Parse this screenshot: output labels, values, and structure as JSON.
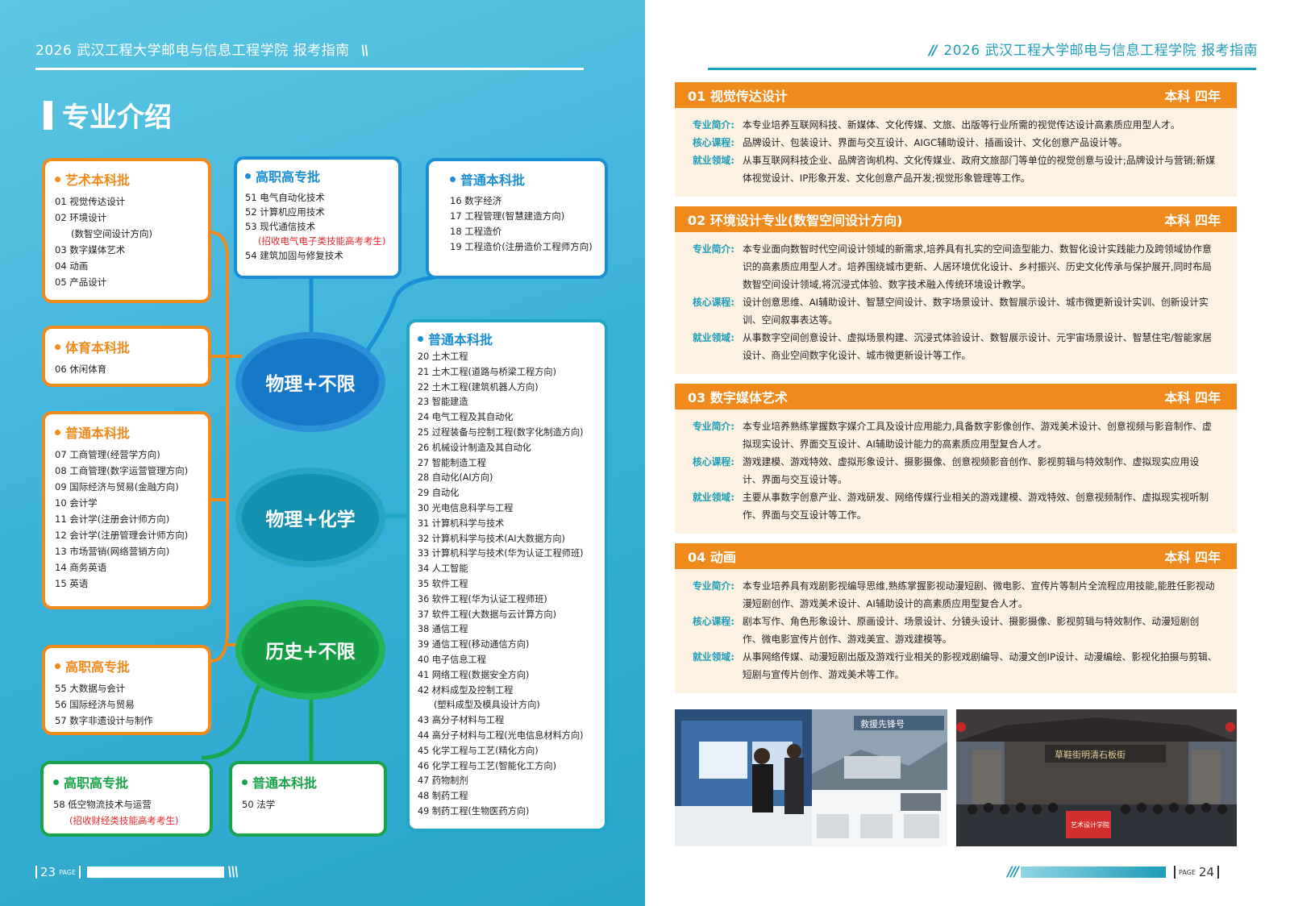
{
  "header": {
    "left_title": "2026 武汉工程大学邮电与信息工程学院  报考指南",
    "right_title": "2026 武汉工程大学邮电与信息工程学院  报考指南"
  },
  "section_title": "专业介绍",
  "hubs": {
    "physics_any": "物理+不限",
    "physics_chem": "物理+化学",
    "history_any": "历史+不限"
  },
  "boxes": {
    "art": {
      "title": "艺术本科批",
      "items": [
        "01 视觉传达设计",
        "02 环境设计",
        "(数智空间设计方向)",
        "03 数字媒体艺术",
        "04 动画",
        "05 产品设计"
      ]
    },
    "sports": {
      "title": "体育本科批",
      "items": [
        "06 休闲体育"
      ]
    },
    "normal_hist": {
      "title": "普通本科批",
      "items": [
        "07 工商管理(经营学方向)",
        "08 工商管理(数字运营管理方向)",
        "09 国际经济与贸易(金融方向)",
        "10 会计学",
        "11 会计学(注册会计师方向)",
        "12 会计学(注册管理会计师方向)",
        "13 市场营销(网络营销方向)",
        "14 商务英语",
        "15 英语"
      ]
    },
    "voc_hist": {
      "title": "高职高专批",
      "items": [
        "55 大数据与会计",
        "56 国际经济与贸易",
        "57 数字非遗设计与制作"
      ]
    },
    "voc_green": {
      "title": "高职高专批",
      "items": [
        "58 低空物流技术与运营",
        "(招收财经类技能高考考生)"
      ]
    },
    "normal_law": {
      "title": "普通本科批",
      "items": [
        "50 法学"
      ]
    },
    "voc_phys": {
      "title": "高职高专批",
      "items": [
        "51 电气自动化技术",
        "52 计算机应用技术",
        "53 现代通信技术",
        "(招收电气电子类技能高考考生)",
        "54 建筑加固与修复技术"
      ]
    },
    "normal_phys": {
      "title": "普通本科批",
      "items": [
        "16 数字经济",
        "17 工程管理(智慧建造方向)",
        "18 工程造价",
        "19 工程造价(注册造价工程师方向)"
      ]
    },
    "normal_chem": {
      "title": "普通本科批",
      "items": [
        "20 土木工程",
        "21 土木工程(道路与桥梁工程方向)",
        "22 土木工程(建筑机器人方向)",
        "23 智能建造",
        "24 电气工程及其自动化",
        "25 过程装备与控制工程(数字化制造方向)",
        "26 机械设计制造及其自动化",
        "27 智能制造工程",
        "28 自动化(AI方向)",
        "29 自动化",
        "30 光电信息科学与工程",
        "31 计算机科学与技术",
        "32 计算机科学与技术(AI大数据方向)",
        "33 计算机科学与技术(华为认证工程师班)",
        "34 人工智能",
        "35 软件工程",
        "36 软件工程(华为认证工程师班)",
        "37 软件工程(大数据与云计算方向)",
        "38 通信工程",
        "39 通信工程(移动通信方向)",
        "40 电子信息工程",
        "41 网络工程(数据安全方向)",
        "42 材料成型及控制工程",
        "(塑料成型及模具设计方向)",
        "43 高分子材料与工程",
        "44 高分子材料与工程(光电信息材料方向)",
        "45 化学工程与工艺(精化方向)",
        "46 化学工程与工艺(智能化工方向)",
        "47 药物制剂",
        "48 制药工程",
        "49 制药工程(生物医药方向)"
      ]
    }
  },
  "majors": [
    {
      "title": "01 视觉传达设计",
      "degree": "本科 四年",
      "rows": [
        {
          "label": "专业简介:",
          "text": "本专业培养互联网科技、新媒体、文化传媒、文旅、出版等行业所需的视觉传达设计高素质应用型人才。"
        },
        {
          "label": "核心课程:",
          "text": "品牌设计、包装设计、界面与交互设计、AIGC辅助设计、插画设计、文化创意产品设计等。"
        },
        {
          "label": "就业领域:",
          "text": "从事互联网科技企业、品牌咨询机构、文化传媒业、政府文旅部门等单位的视觉创意与设计;品牌设计与营销;新媒体视觉设计、IP形象开发、文化创意产品开发;视觉形象管理等工作。"
        }
      ]
    },
    {
      "title": "02 环境设计专业(数智空间设计方向)",
      "degree": "本科 四年",
      "rows": [
        {
          "label": "专业简介:",
          "text": "本专业面向数智时代空间设计领域的新需求,培养具有扎实的空间造型能力、数智化设计实践能力及跨领域协作意识的高素质应用型人才。培养围绕城市更新、人居环境优化设计、乡村振兴、历史文化传承与保护展开,同时布局数智空间设计领域,将沉浸式体验、数字技术融入传统环境设计教学。"
        },
        {
          "label": "核心课程:",
          "text": "设计创意思维、AI辅助设计、智慧空间设计、数字场景设计、数智展示设计、城市微更新设计实训、创新设计实训、空间叙事表达等。"
        },
        {
          "label": "就业领域:",
          "text": "从事数字空间创意设计、虚拟场景构建、沉浸式体验设计、数智展示设计、元宇宙场景设计、智慧住宅/智能家居设计、商业空间数字化设计、城市微更新设计等工作。"
        }
      ]
    },
    {
      "title": "03 数字媒体艺术",
      "degree": "本科 四年",
      "rows": [
        {
          "label": "专业简介:",
          "text": "本专业培养熟练掌握数字媒介工具及设计应用能力,具备数字影像创作、游戏美术设计、创意视频与影音制作、虚拟现实设计、界面交互设计、AI辅助设计能力的高素质应用型复合人才。"
        },
        {
          "label": "核心课程:",
          "text": "游戏建模、游戏特效、虚拟形象设计、摄影摄像、创意视频影音创作、影视剪辑与特效制作、虚拟现实应用设计、界面与交互设计等。"
        },
        {
          "label": "就业领域:",
          "text": "主要从事数字创意产业、游戏研发、网络传媒行业相关的游戏建模、游戏特效、创意视频制作、虚拟现实视听制作、界面与交互设计等工作。"
        }
      ]
    },
    {
      "title": "04 动画",
      "degree": "本科 四年",
      "rows": [
        {
          "label": "专业简介:",
          "text": "本专业培养具有戏剧影视编导思维,熟练掌握影视动漫短剧、微电影、宣传片等制片全流程应用技能,能胜任影视动漫短剧创作、游戏美术设计、AI辅助设计的高素质应用型复合人才。"
        },
        {
          "label": "核心课程:",
          "text": "剧本写作、角色形象设计、原画设计、场景设计、分镜头设计、摄影摄像、影视剪辑与特效制作、动漫短剧创作、微电影宣传片创作、游戏美宣、游戏建模等。"
        },
        {
          "label": "就业领域:",
          "text": "从事网络传媒、动漫短剧出版及游戏行业相关的影视戏剧编导、动漫文创IP设计、动漫编绘、影视化拍摄与剪辑、短剧与宣传片创作、游戏美术等工作。"
        }
      ]
    }
  ],
  "photos": {
    "left_sign": "救援先锋号",
    "right_sign": "草鞋街明清石板街",
    "banner": "艺术设计学院"
  },
  "pages": {
    "left_num": "23",
    "left_label": "PAGE",
    "right_num": "24",
    "right_label": "PAGE"
  }
}
